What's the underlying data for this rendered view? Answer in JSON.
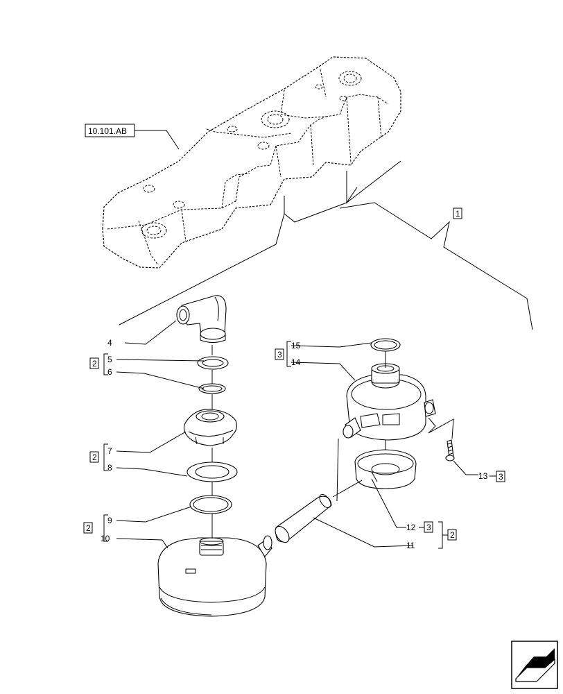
{
  "reference": "10.101.AB",
  "callouts": {
    "c1": "1",
    "c2a": "2",
    "c2b": "2",
    "c2c": "2",
    "c2d": "2",
    "c3a": "3",
    "c3b": "3",
    "c3c": "3",
    "c4": "4",
    "c5": "5",
    "c6": "6",
    "c7": "7",
    "c8": "8",
    "c9": "9",
    "c10": "10",
    "c11": "11",
    "c12": "12",
    "c13": "13",
    "c14": "14",
    "c15": "15"
  },
  "nav_icon": "next-page-arrow-icon"
}
